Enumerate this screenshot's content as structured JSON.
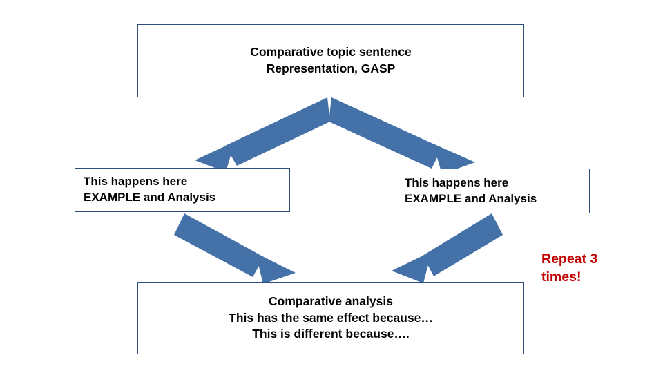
{
  "diagram": {
    "type": "flow-diagram",
    "accent_color": "#4472a8",
    "box_border_color": "#2e4e7e",
    "note_color": "#c00000",
    "boxes": {
      "top": {
        "lines": [
          "Comparative topic sentence",
          "Representation, GASP"
        ]
      },
      "left": {
        "lines": [
          "This happens here",
          "EXAMPLE and Analysis"
        ]
      },
      "right": {
        "lines": [
          "This happens here",
          "EXAMPLE and Analysis"
        ]
      },
      "bottom": {
        "lines": [
          "Comparative analysis",
          "This has the same effect because…",
          "This is different because…."
        ]
      }
    },
    "note": {
      "lines": [
        "Repeat 3",
        "times!"
      ]
    },
    "arrows": [
      {
        "name": "arrow-top-to-left",
        "from": "top-box",
        "to": "left-box"
      },
      {
        "name": "arrow-top-to-right",
        "from": "top-box",
        "to": "right-box"
      },
      {
        "name": "arrow-left-to-bottom",
        "from": "left-box",
        "to": "bottom-box"
      },
      {
        "name": "arrow-right-to-bottom",
        "from": "right-box",
        "to": "bottom-box"
      }
    ]
  }
}
